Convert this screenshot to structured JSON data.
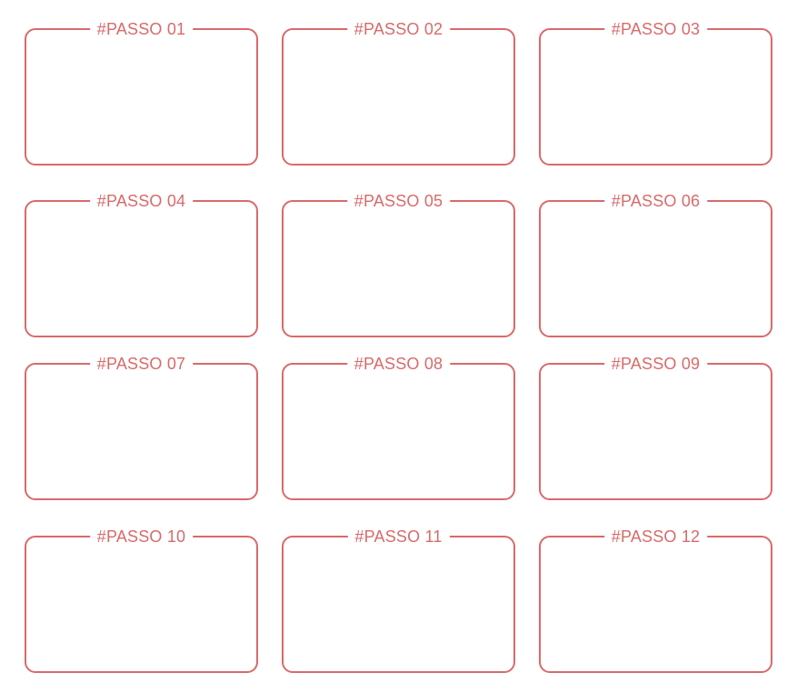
{
  "accent_color": "#d96a6a",
  "steps": [
    {
      "label": "#PASSO 01"
    },
    {
      "label": "#PASSO 02"
    },
    {
      "label": "#PASSO 03"
    },
    {
      "label": "#PASSO 04"
    },
    {
      "label": "#PASSO 05"
    },
    {
      "label": "#PASSO 06"
    },
    {
      "label": "#PASSO 07"
    },
    {
      "label": "#PASSO 08"
    },
    {
      "label": "#PASSO 09"
    },
    {
      "label": "#PASSO 10"
    },
    {
      "label": "#PASSO 11"
    },
    {
      "label": "#PASSO 12"
    }
  ]
}
